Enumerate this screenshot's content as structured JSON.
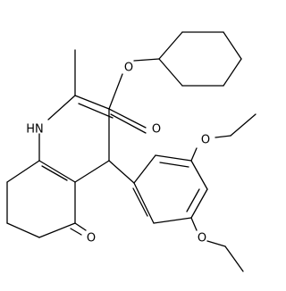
{
  "molecule": {
    "atom_labels": {
      "ester_ether_oxygen": "O",
      "ester_carbonyl_oxygen": "O",
      "ring_nh": "HN",
      "ketone_oxygen": "O",
      "meta_ethoxy_oxygen": "O",
      "para_ethoxy_oxygen": "O"
    },
    "colors": {
      "bond": "#000000",
      "label": "#000000",
      "background": "#ffffff"
    }
  }
}
